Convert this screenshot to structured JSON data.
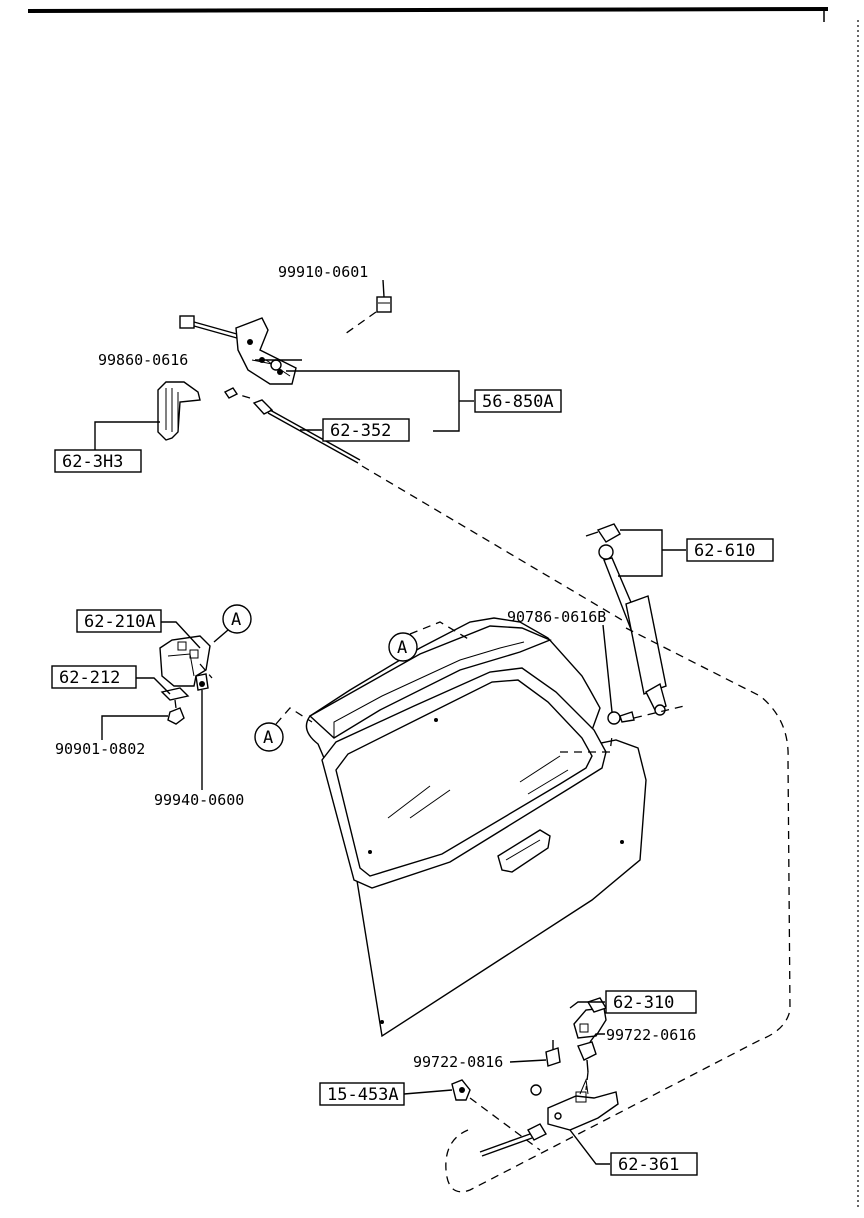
{
  "part_numbers": {
    "screw_top": "99910-0601",
    "bolt_latch": "99860-0616",
    "latch_assy": "56-850A",
    "rod": "62-352",
    "cover": "62-3H3",
    "damper": "62-610",
    "bolt_damper": "90786-0616B",
    "hinge": "62-210A",
    "washer": "62-212",
    "nut_hinge": "90901-0802",
    "bolt_hinge": "99940-0600",
    "striker": "62-310",
    "bolt_striker_right": "99722-0616",
    "bolt_striker_left": "99722-0816",
    "opener": "15-453A",
    "bracket": "62-361"
  },
  "callouts": {
    "ref_a": "A"
  }
}
